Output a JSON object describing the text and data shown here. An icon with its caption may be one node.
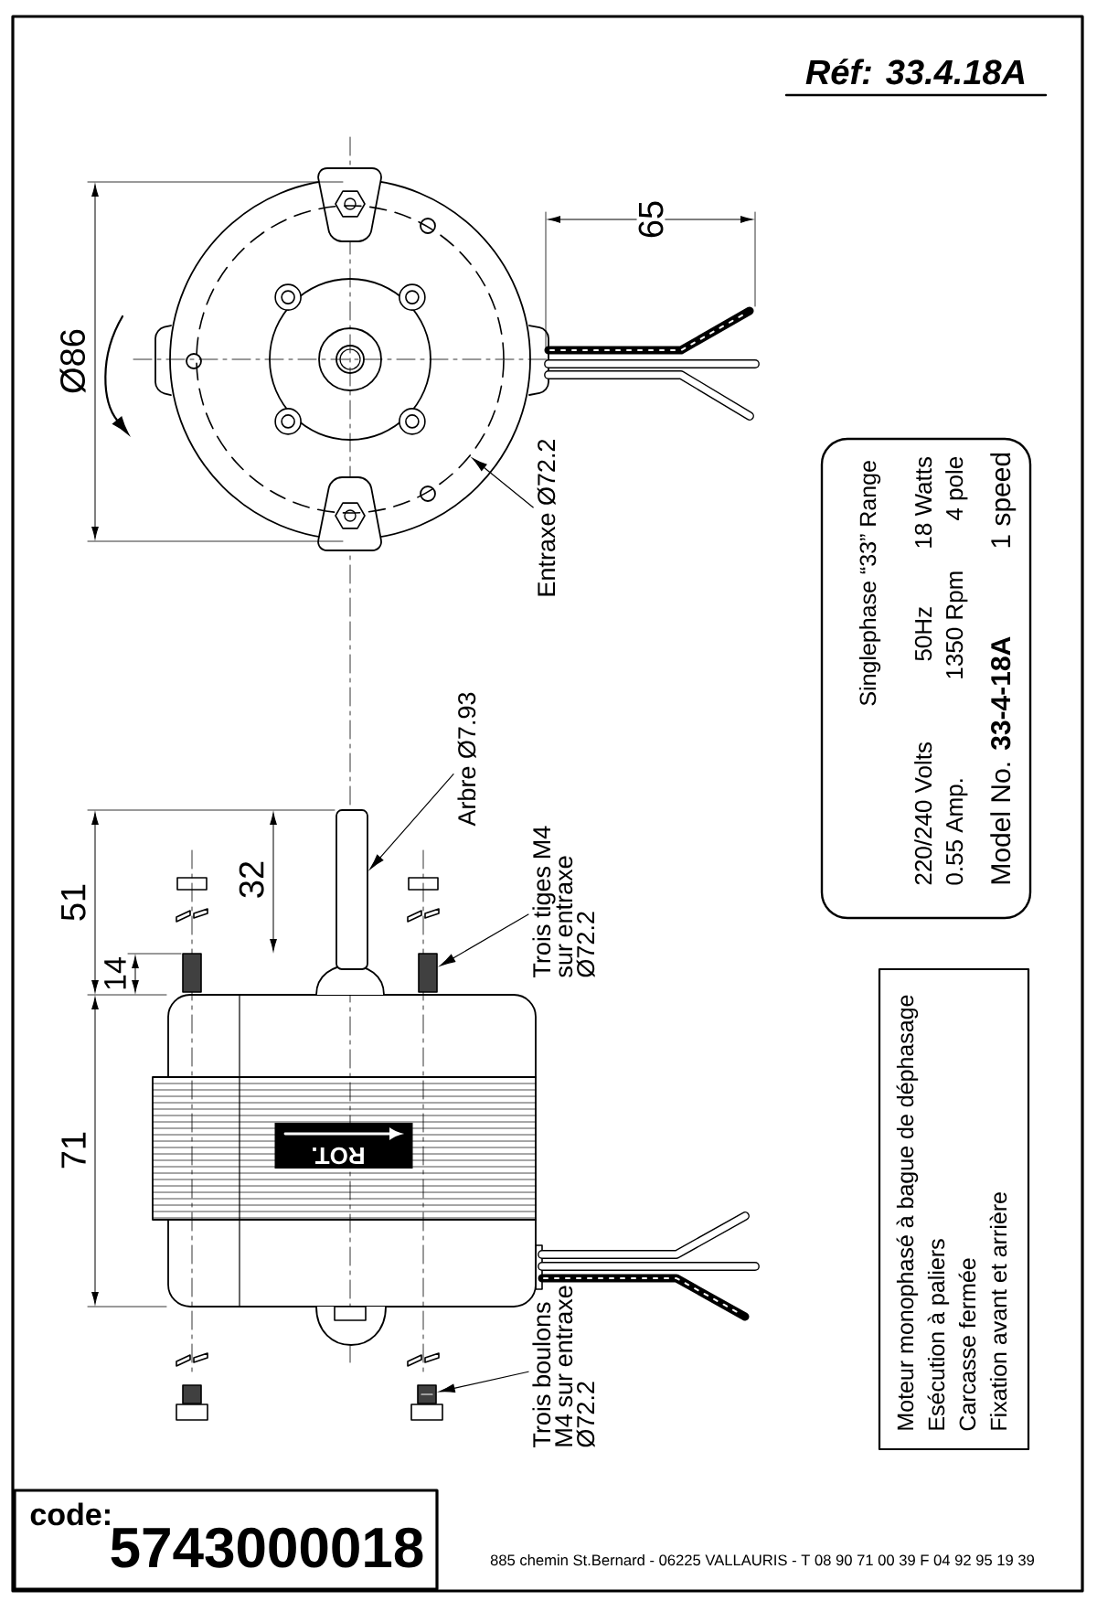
{
  "diagram": {
    "title": "Réf: 33.4.18A",
    "nodes": [
      {
        "text": [
          "Singlephase “33” Range",
          "220/240 Volts",
          "50Hz",
          "18 Watts",
          "0.55 Amp.",
          "1350 Rpm",
          "4 pole",
          "Model No. **33-4-18A**",
          "1 speed"
        ]
      },
      {
        "text": [
          "Moteur monophasé à bague de déphasage",
          "Esécution à paliers",
          "Carcasse fermée",
          "Fixation avant et arrière"
        ]
      },
      {
        "text": [
          "Entraxe Ø72.2"
        ]
      },
      {
        "text": [],
        "shape": "circle"
      },
      {
        "text": [
          "Arbre Ø7.93"
        ]
      },
      {
        "text": [],
        "shape": "box"
      },
      {
        "text": [
          "Trois tiges M4 sur entraxe Ø72.2"
        ]
      },
      {
        "text": [],
        "shape": "box"
      },
      {
        "text": [
          "Trois boulons M4 sur entraxe Ø72.2"
        ]
      },
      {
        "text": [],
        "shape": "picture"
      },
      {
        "text": [
          "code:",
          "5743000018"
        ]
      }
    ],
    "edges": [
      {
        "from": 2,
        "to": 3,
        "arrow": "to"
      },
      {
        "from": 4,
        "to": 5,
        "arrow": "to"
      },
      {
        "from": 6,
        "to": 7,
        "arrow": "to"
      },
      {
        "from": 8,
        "to": 9,
        "arrow": "to"
      }
    ],
    "labels": [
      "65",
      "Ø86",
      "51",
      "32",
      "14",
      "71",
      "ROT.",
      "885 chemin St.Bernard  -  06225 VALLAURIS  -  T 08 90 71 00 39   F 04 92 95 19 39"
    ]
  }
}
